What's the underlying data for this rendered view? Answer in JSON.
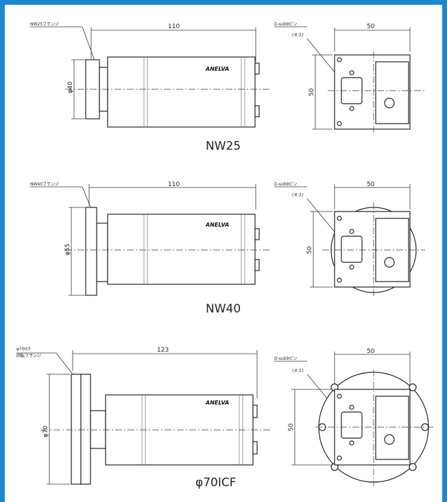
{
  "colors": {
    "frame": "#1a8ad0"
  },
  "brand": "ANELVA",
  "views": [
    {
      "caption": "NW25",
      "flange_label": "NW25フランジ",
      "length": "110",
      "diameter": "φ40",
      "connector_label": "D-sub9ピン",
      "connector_sub": "(オス)",
      "width": "50",
      "height": "50"
    },
    {
      "caption": "NW40",
      "flange_label": "NW40フランジ",
      "length": "110",
      "diameter": "φ55",
      "connector_label": "D-sub9ピン",
      "connector_sub": "(オス)",
      "width": "50",
      "height": "50"
    },
    {
      "caption": "φ70ICF",
      "flange_label": "φ70ICF",
      "flange_label2": "回転フランジ",
      "length": "123",
      "diameter": "φ70",
      "connector_label": "D-sub9ピン",
      "connector_sub": "(オス)",
      "width": "50",
      "height": "50"
    }
  ]
}
